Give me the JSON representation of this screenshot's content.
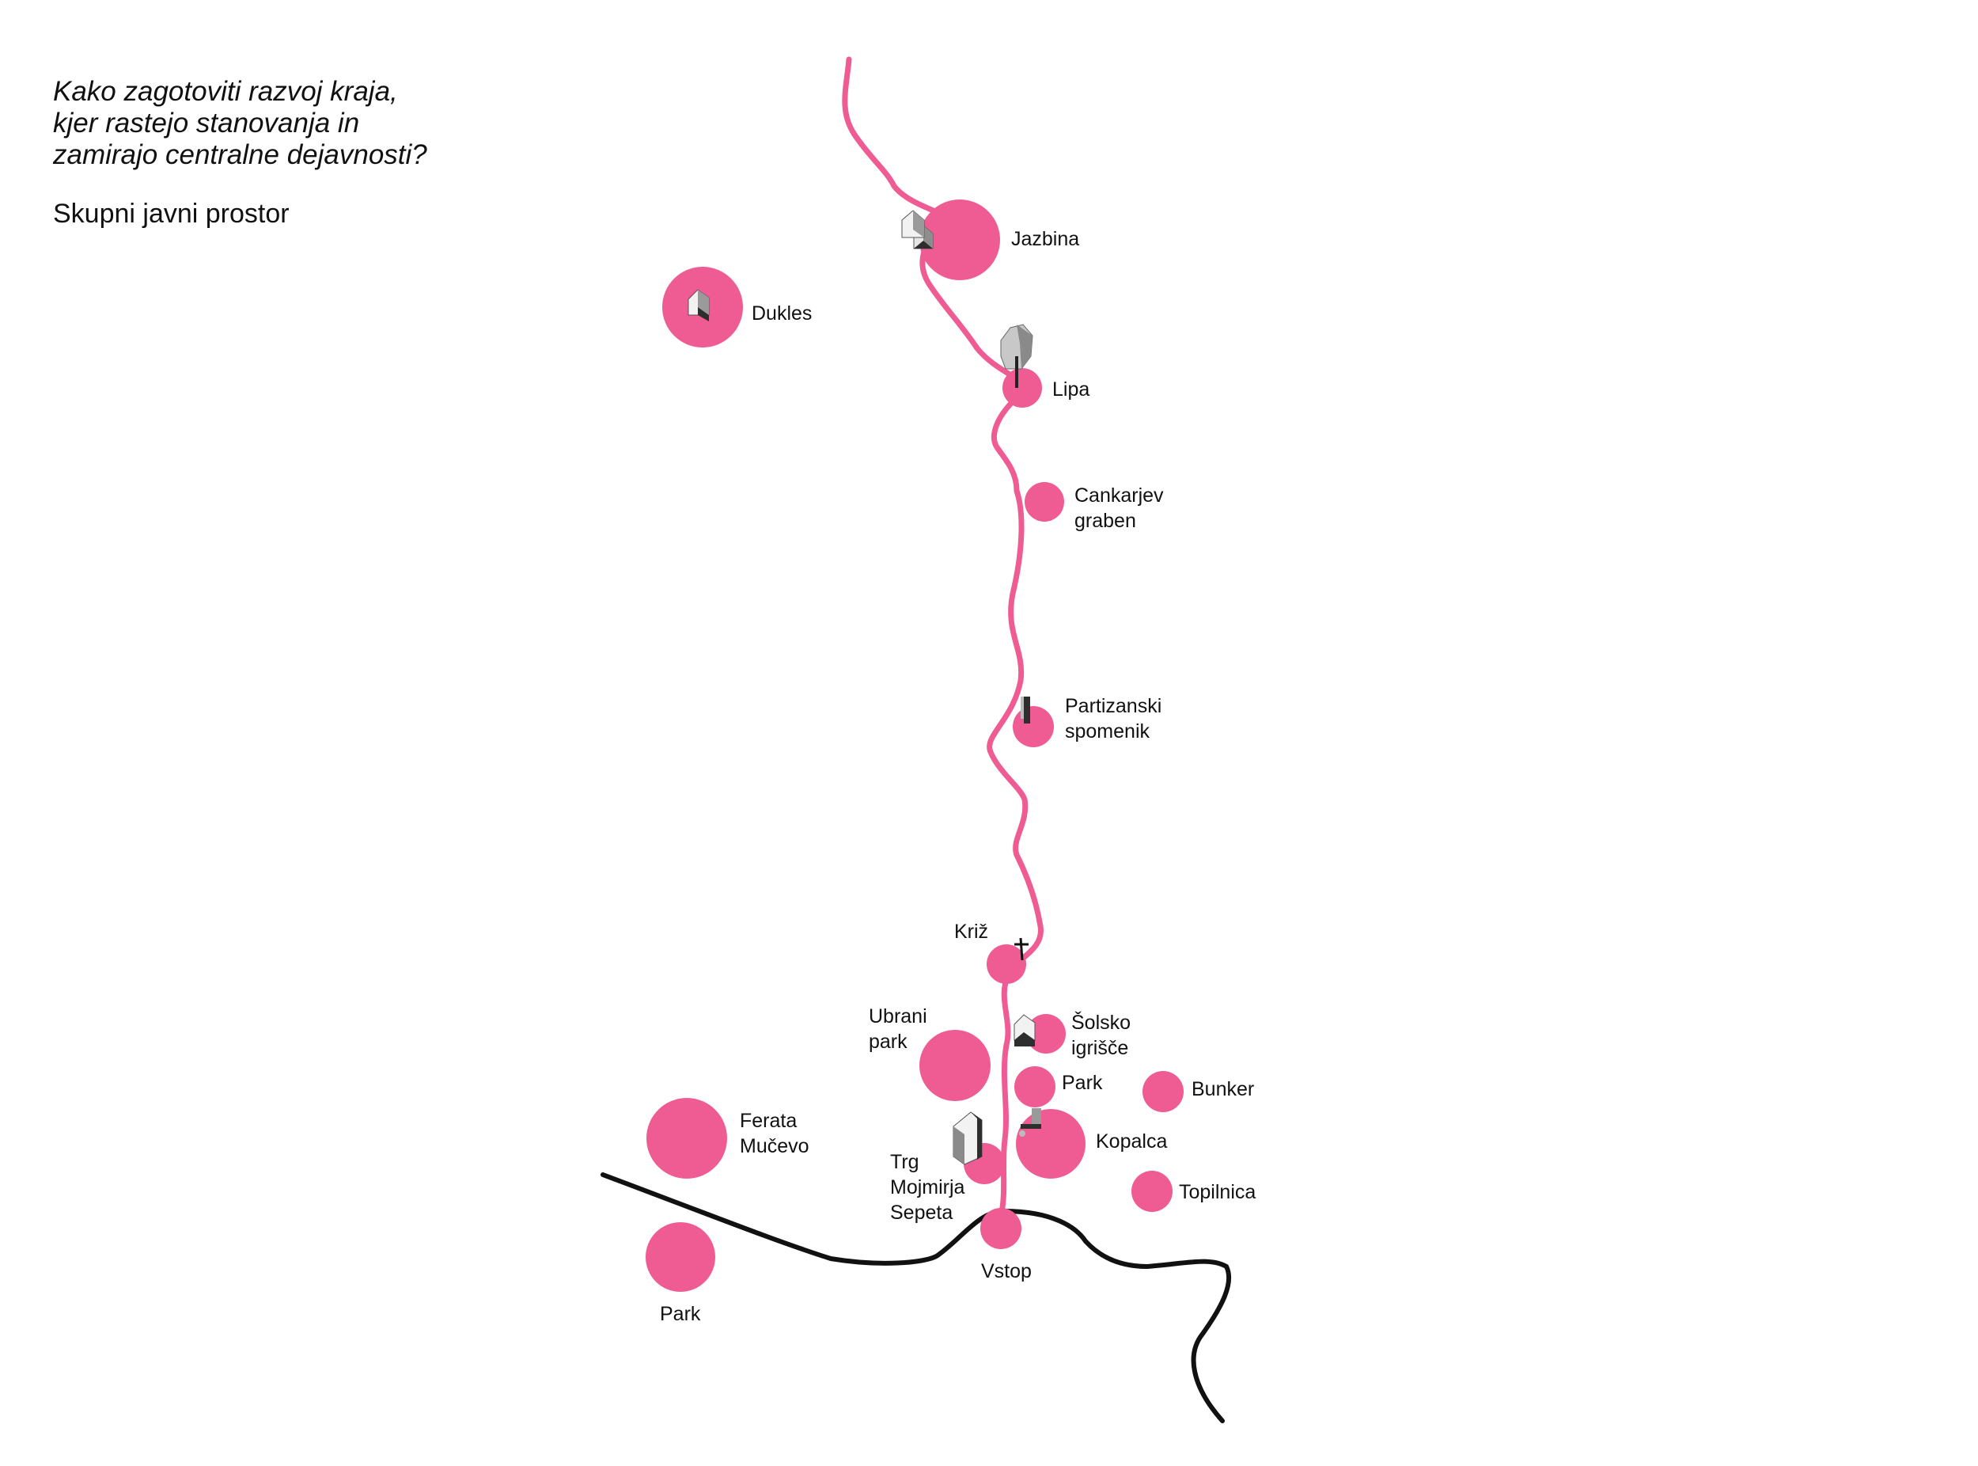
{
  "header": {
    "question": [
      "Kako zagotoviti razvoj kraja,",
      "kjer rastejo stanovanja in",
      "zamirajo centralne dejavnosti?"
    ],
    "subtitle": "Skupni javni prostor"
  },
  "colors": {
    "accent": "#ef5b93",
    "line": "#111111",
    "icon_light": "#e6e6e6",
    "icon_mid": "#9a9a9a",
    "icon_dark": "#2e2e2e"
  },
  "places": [
    {
      "id": "jazbina",
      "label": [
        "Jazbina"
      ],
      "icon": "house-icon"
    },
    {
      "id": "dukles",
      "label": [
        "Dukles"
      ],
      "icon": "house-icon"
    },
    {
      "id": "lipa",
      "label": [
        "Lipa"
      ],
      "icon": "tree-icon"
    },
    {
      "id": "cankarjev-graben",
      "label": [
        "Cankarjev",
        "graben"
      ],
      "icon": ""
    },
    {
      "id": "partizanski-spomenik",
      "label": [
        "Partizanski",
        "spomenik"
      ],
      "icon": "monument-icon"
    },
    {
      "id": "kriz",
      "label": [
        "Križ"
      ],
      "icon": "cross-icon"
    },
    {
      "id": "ubrani-park",
      "label": [
        "Ubrani",
        "park"
      ],
      "icon": ""
    },
    {
      "id": "solsko-igrisce",
      "label": [
        "Šolsko",
        "igrišče"
      ],
      "icon": "house-icon"
    },
    {
      "id": "park-center",
      "label": [
        "Park"
      ],
      "icon": ""
    },
    {
      "id": "bunker",
      "label": [
        "Bunker"
      ],
      "icon": ""
    },
    {
      "id": "ferata-mucevo",
      "label": [
        "Ferata",
        "Mučevo"
      ],
      "icon": ""
    },
    {
      "id": "kopalca",
      "label": [
        "Kopalca"
      ],
      "icon": "faucet-icon"
    },
    {
      "id": "trg-mojmirja-sepeta",
      "label": [
        "Trg",
        "Mojmirja",
        "Sepeta"
      ],
      "icon": "building-icon"
    },
    {
      "id": "topilnica",
      "label": [
        "Topilnica"
      ],
      "icon": ""
    },
    {
      "id": "vstop",
      "label": [
        "Vstop"
      ],
      "icon": ""
    },
    {
      "id": "park-west",
      "label": [
        "Park"
      ],
      "icon": ""
    }
  ]
}
